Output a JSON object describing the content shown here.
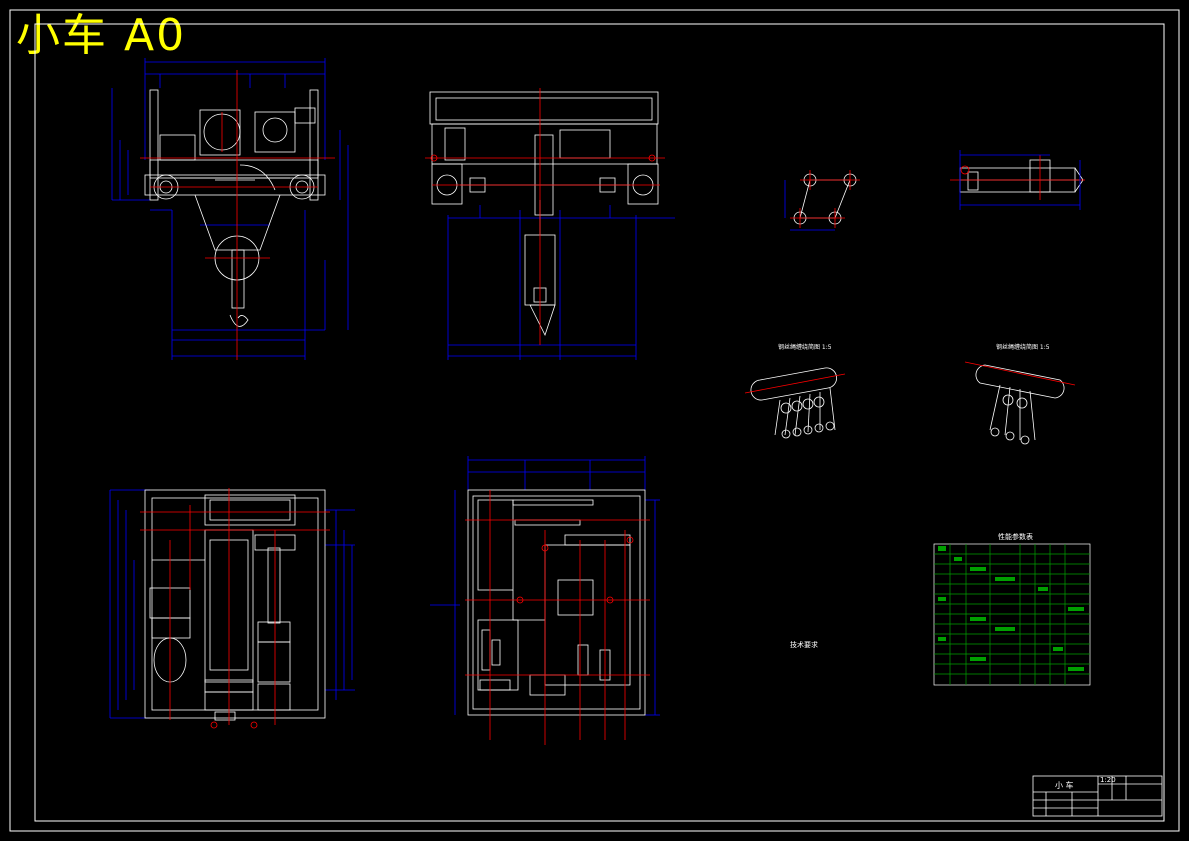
{
  "drawing": {
    "title": "小车 A0",
    "colors": {
      "background": "#000000",
      "frame": "#ffffff",
      "dimension": "#0000ff",
      "centerline": "#ff0000",
      "spec_table": "#00a000",
      "title_text": "#ffff00"
    }
  },
  "title_block": {
    "name": "小 车",
    "scale_label": "1:20"
  },
  "notes": {
    "heading": "技术要求"
  },
  "spec_table": {
    "heading": "性能参数表"
  },
  "views": {
    "detail_left_label": "钢丝绳缠绕简图 1:5",
    "detail_right_label": "钢丝绳缠绕简图 1:5"
  }
}
